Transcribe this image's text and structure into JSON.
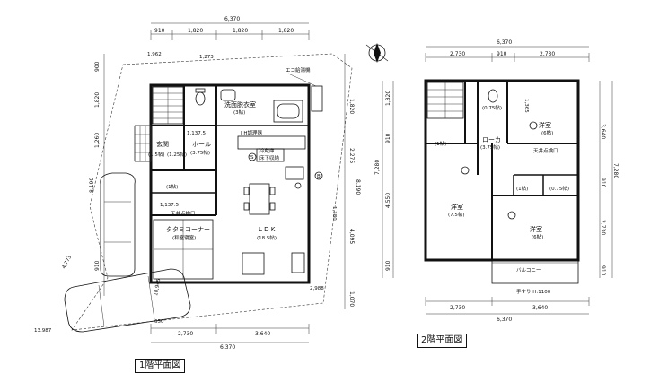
{
  "floor1": {
    "title": "1階平面図",
    "dims_top_total": "6,370",
    "dims_top": [
      "910",
      "1,820",
      "1,820",
      "1,820"
    ],
    "dims_bottom": [
      "2,730",
      "3,640"
    ],
    "dims_bottom_total": "6,370",
    "dims_left": [
      "900",
      "1,820",
      "1,260",
      "8,190",
      "910"
    ],
    "dims_right": [
      "1,820",
      "2,275",
      "8,190",
      "4,095",
      "1,070"
    ],
    "misc_dims": [
      "1,273",
      "1,137.5",
      "1,137.5",
      "2,988",
      "10,945",
      "650",
      "4,773",
      "1,380",
      "13.987",
      "1,962"
    ],
    "rooms": {
      "washroom": "洗面脱衣室",
      "washroom_size": "(3帖)",
      "ecokyuto": "エコ給湯機",
      "entrance": "玄関",
      "entrance_size": "(1.5帖)",
      "entrance_hall_size": "(1.25帖)",
      "hall": "ホール",
      "hall_size": "(3.75帖)",
      "storage_size": "(1帖)",
      "ih": "I H調理器",
      "fridge": "冷蔵庫",
      "ceiling_inspect": "天井点検口",
      "tatami": "タタミコーナー",
      "tatami_size": "(和室寝室)",
      "ldk": "L D K",
      "ldk_size": "(18.5帖)",
      "marker_s": "S",
      "marker_b": "B",
      "ss": "床下収納"
    }
  },
  "floor2": {
    "title": "2階平面図",
    "dims_top_total": "6,370",
    "dims_top": [
      "2,730",
      "910",
      "2,730"
    ],
    "dims_bottom": [
      "2,730",
      "3,640"
    ],
    "dims_bottom_total": "6,370",
    "dims_left": [
      "1,820",
      "910",
      "7,280",
      "4,550",
      "910"
    ],
    "dims_right": [
      "3,640",
      "7,280",
      "910",
      "2,730",
      "910"
    ],
    "misc_dims": [
      "1,365"
    ],
    "rooms": {
      "western1": "洋室",
      "western1_size": "(6帖)",
      "western2": "洋室",
      "western2_size": "(7.5帖)",
      "western3": "洋室",
      "western3_size": "(6帖)",
      "loca": "ローカ",
      "loca_size": "(3.75帖)",
      "toilet_size": "(0.75帖)",
      "wic_size": "(0.75帖)",
      "storage_size": "(1帖)",
      "ceiling_inspect": "天井点検口",
      "balcony": "バルコニー",
      "handrail": "手すり H:1100"
    }
  }
}
